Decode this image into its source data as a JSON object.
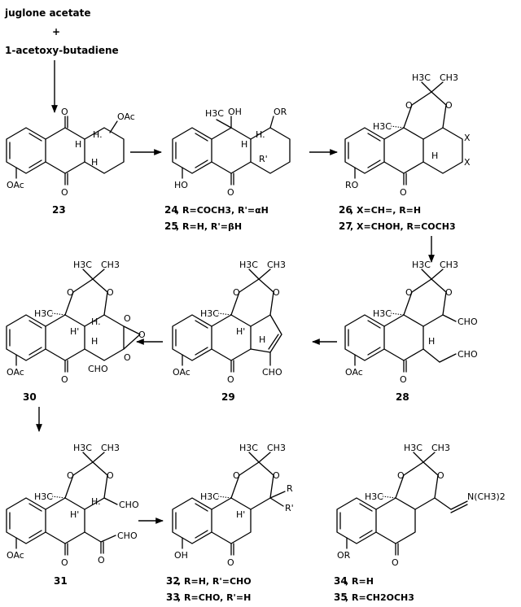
{
  "reactants": {
    "line1": "juglone acetate",
    "plus": "+",
    "line2": "1-acetoxy-butadiene"
  },
  "labels": {
    "OAc": "OAc",
    "OH": "OH",
    "OR": "OR",
    "RO": "RO",
    "HO": "HO",
    "O": "O",
    "H": "H",
    "H_dot": "H.",
    "H_prime": "H'",
    "H3C": "H3C",
    "CH3": "CH3",
    "CHO": "CHO",
    "R": "R",
    "R_prime": "R'",
    "X": "X",
    "NMe2": "N(CH3)2"
  },
  "compounds": {
    "c23": {
      "number": "23"
    },
    "c24": {
      "number": "24",
      "caption": ", R=COCH3, R'=αH"
    },
    "c25": {
      "number": "25",
      "caption": ", R=H, R'=βH"
    },
    "c26": {
      "number": "26",
      "caption": ", X=CH=, R=H"
    },
    "c27": {
      "number": "27",
      "caption": ", X=CHOH, R=COCH3"
    },
    "c28": {
      "number": "28"
    },
    "c29": {
      "number": "29"
    },
    "c30": {
      "number": "30"
    },
    "c31": {
      "number": "31"
    },
    "c32": {
      "number": "32",
      "caption": ", R=H, R'=CHO"
    },
    "c33": {
      "number": "33",
      "caption": ", R=CHO, R'=H"
    },
    "c34": {
      "number": "34",
      "caption": ", R=H"
    },
    "c35": {
      "number": "35",
      "caption": ", R=CH2OCH3"
    }
  }
}
